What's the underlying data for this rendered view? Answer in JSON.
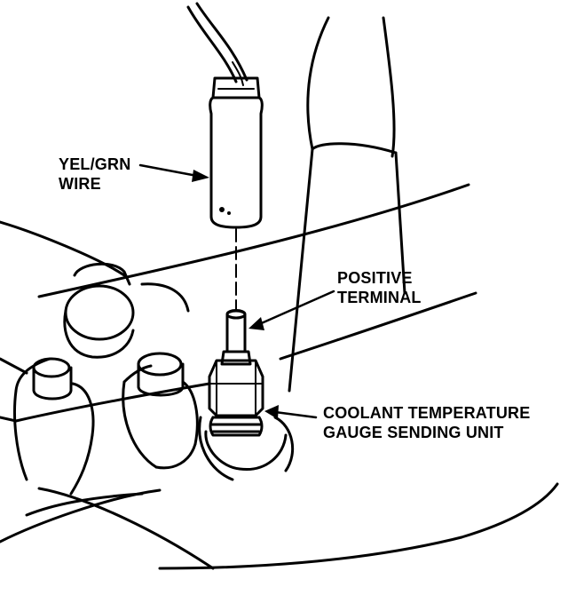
{
  "labels": {
    "wire_line1": "YEL/GRN",
    "wire_line2": "WIRE",
    "terminal_line1": "POSITIVE",
    "terminal_line2": "TERMINAL",
    "unit_line1": "COOLANT TEMPERATURE",
    "unit_line2": "GAUGE SENDING UNIT"
  },
  "colors": {
    "ink": "#000000",
    "paper": "#ffffff"
  }
}
